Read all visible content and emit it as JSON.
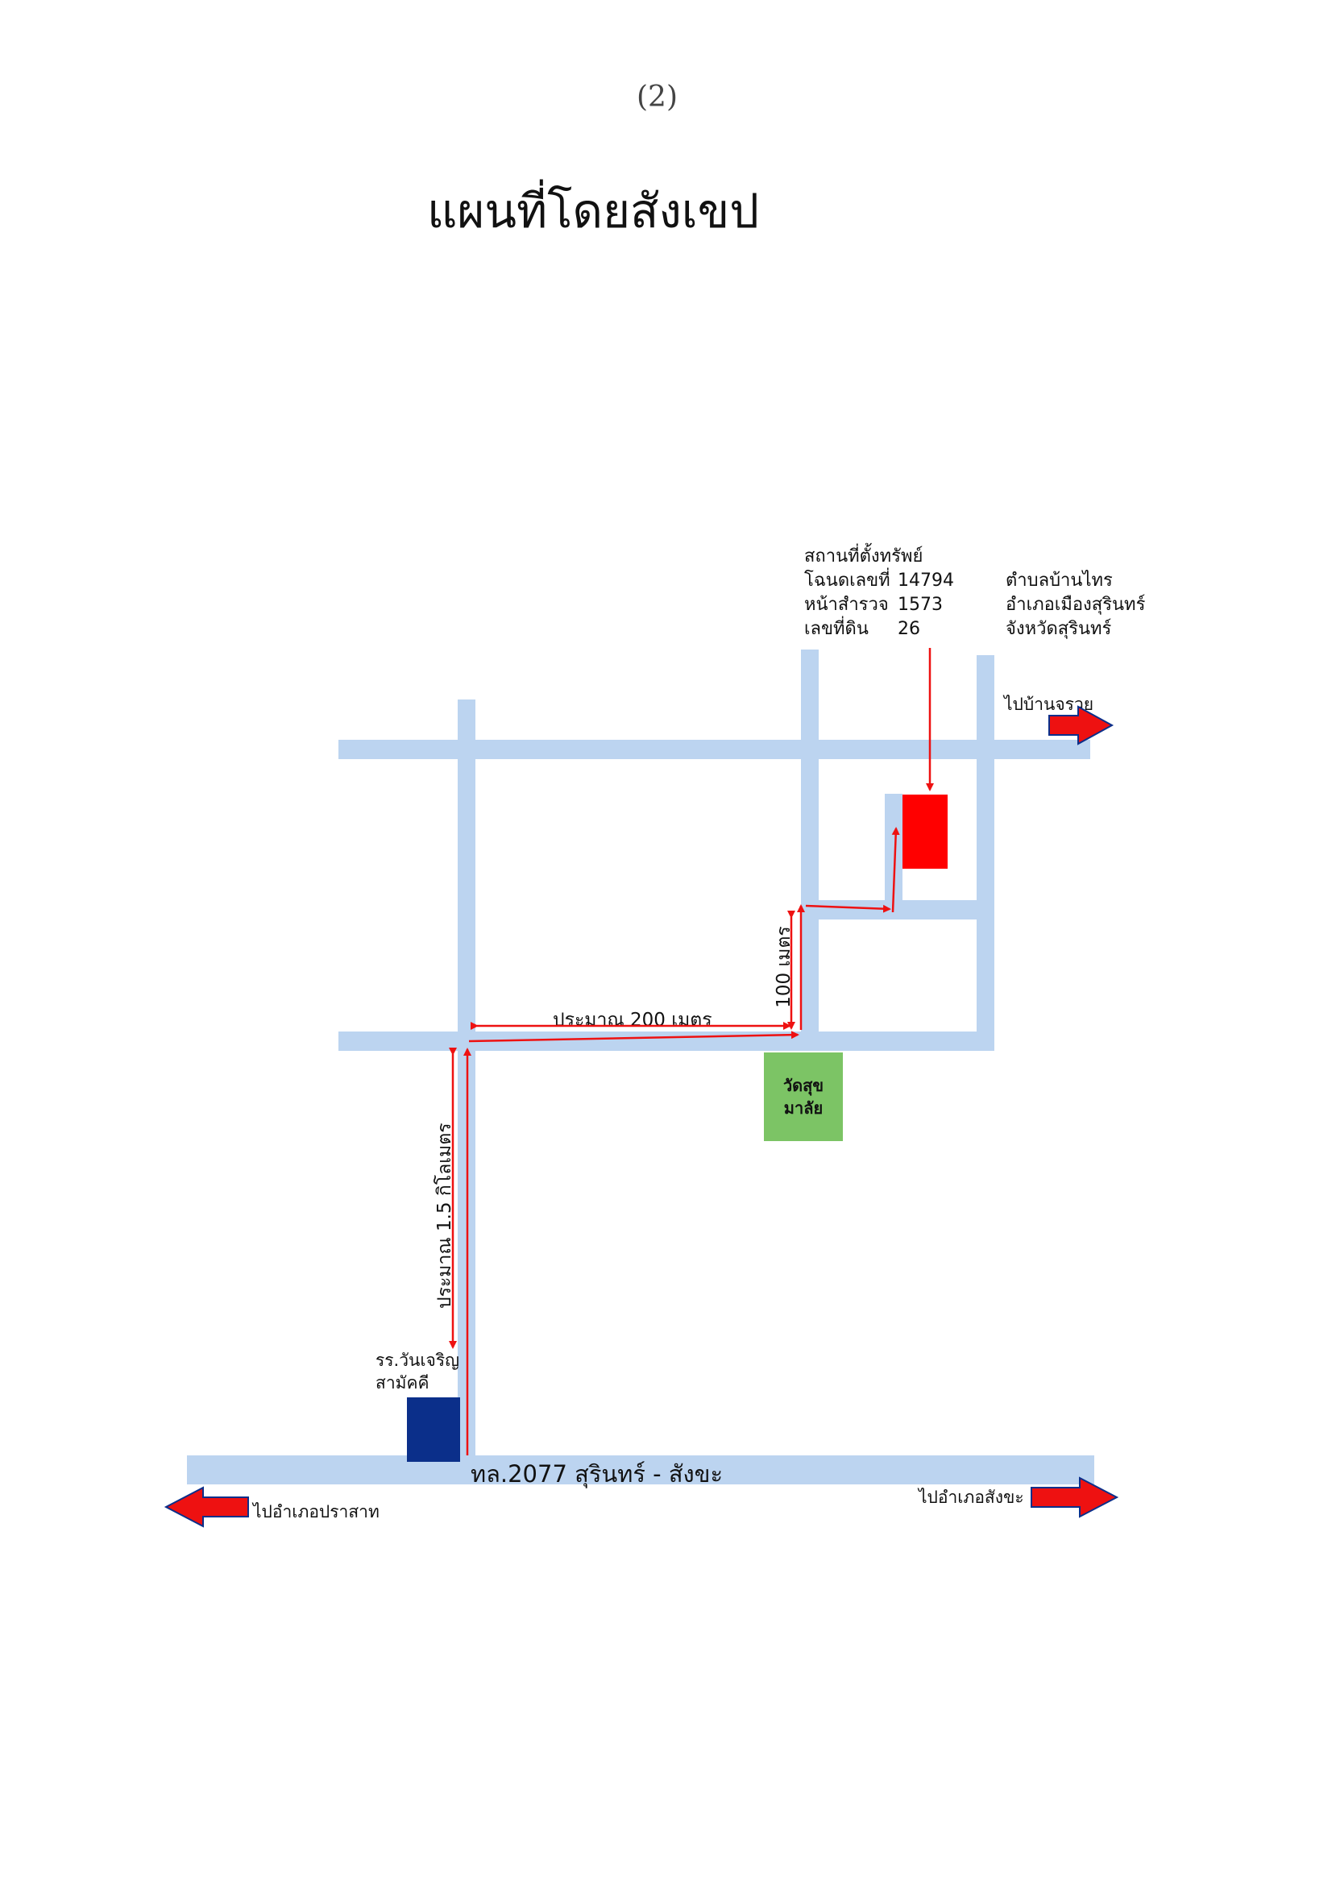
{
  "page": {
    "handwritten_mark": "(2)",
    "title": "แผนที่โดยสังเขป"
  },
  "property_info": {
    "heading": "สถานที่ตั้งทรัพย์",
    "rows": [
      {
        "label": "โฉนดเลขที่",
        "value": "14794",
        "location": "ตำบลบ้านไทร"
      },
      {
        "label": "หน้าสำรวจ",
        "value": "1573",
        "location": "อำเภอเมืองสุรินทร์"
      },
      {
        "label": "เลขที่ดิน",
        "value": "26",
        "location": "จังหวัดสุรินทร์"
      }
    ]
  },
  "map": {
    "directions": {
      "top_right": "ไปบ้านจรวย",
      "bottom_left": "ไปอำเภอปราสาท",
      "bottom_right": "ไปอำเภอสังขะ"
    },
    "highway_label": "ทล.2077 สุรินทร์ - สังขะ",
    "landmarks": {
      "temple_line1": "วัดสุข",
      "temple_line2": "มาลัย",
      "school_line1": "รร.วันเจริญ",
      "school_line2": "สามัคคี"
    },
    "distances": {
      "vertical_main": "ประมาณ 1.5 กิโลเมตร",
      "horizontal": "ประมาณ 200 เมตร",
      "vertical_short": "100 เมตร"
    },
    "colors": {
      "road": "#bcd4f0",
      "route": "#ee1111",
      "parcel": "#ff0000",
      "temple": "#7cc465",
      "school": "#0b2f8a",
      "direction_arrow": "#ee1111"
    }
  }
}
